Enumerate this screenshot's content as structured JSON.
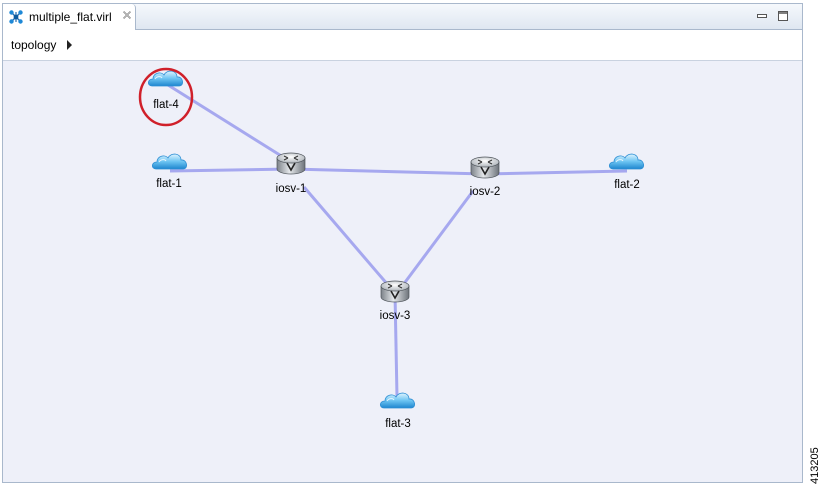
{
  "editor": {
    "tab_title": "multiple_flat.virl",
    "tab_icon": "topology-icon",
    "minimize_icon": "minimize-icon",
    "maximize_icon": "maximize-icon",
    "close_icon": "close-icon"
  },
  "breadcrumb": {
    "label": "topology",
    "arrow_icon": "chevron-right-icon"
  },
  "topology": {
    "link_color": "#a6a8ef",
    "highlight_color": "#d0202a",
    "nodes": [
      {
        "id": "flat-4",
        "label": "flat-4",
        "type": "cloud",
        "icon": "cloud-icon",
        "highlighted": true
      },
      {
        "id": "flat-1",
        "label": "flat-1",
        "type": "cloud",
        "icon": "cloud-icon"
      },
      {
        "id": "iosv-1",
        "label": "iosv-1",
        "type": "router",
        "icon": "router-icon"
      },
      {
        "id": "iosv-2",
        "label": "iosv-2",
        "type": "router",
        "icon": "router-icon"
      },
      {
        "id": "flat-2",
        "label": "flat-2",
        "type": "cloud",
        "icon": "cloud-icon"
      },
      {
        "id": "iosv-3",
        "label": "iosv-3",
        "type": "router",
        "icon": "router-icon"
      },
      {
        "id": "flat-3",
        "label": "flat-3",
        "type": "cloud",
        "icon": "cloud-icon"
      }
    ],
    "links": [
      {
        "from": "flat-4",
        "to": "iosv-1"
      },
      {
        "from": "flat-1",
        "to": "iosv-1"
      },
      {
        "from": "iosv-1",
        "to": "iosv-2"
      },
      {
        "from": "iosv-2",
        "to": "flat-2"
      },
      {
        "from": "iosv-1",
        "to": "iosv-3"
      },
      {
        "from": "iosv-2",
        "to": "iosv-3"
      },
      {
        "from": "iosv-3",
        "to": "flat-3"
      }
    ]
  },
  "figure_id": "413205"
}
